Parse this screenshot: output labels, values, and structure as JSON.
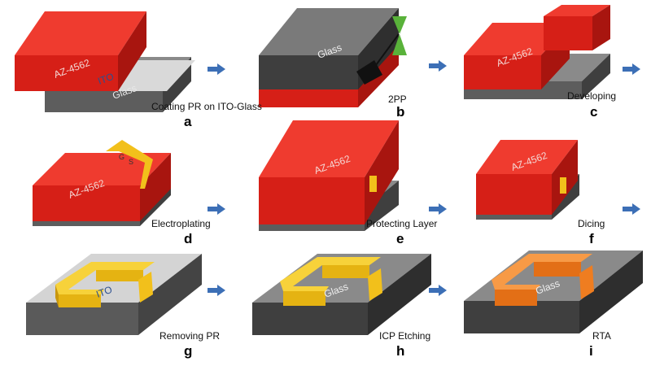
{
  "colors": {
    "photoresist": "#e3231c",
    "glass": "#6d6d6d",
    "ito": "#d9d9d9",
    "gold": "#f2c01b",
    "annealed": "#ef7d20",
    "arrow": "#3c6fb6"
  },
  "panels": [
    {
      "letter": "a",
      "caption": "Coating PR on ITO-Glass",
      "labels": [
        "AZ-4562",
        "ITO",
        "Glass"
      ]
    },
    {
      "letter": "b",
      "caption": "2PP",
      "labels": [
        "Glass"
      ]
    },
    {
      "letter": "c",
      "caption": "Developing",
      "labels": [
        "AZ-4562"
      ]
    },
    {
      "letter": "d",
      "caption": "Electroplating",
      "labels": [
        "AZ-4562",
        "G",
        "S"
      ]
    },
    {
      "letter": "e",
      "caption": "Protecting Layer",
      "labels": [
        "AZ-4562"
      ]
    },
    {
      "letter": "f",
      "caption": "Dicing",
      "labels": [
        "AZ-4562"
      ]
    },
    {
      "letter": "g",
      "caption": "Removing PR",
      "labels": [
        "ITO"
      ]
    },
    {
      "letter": "h",
      "caption": "ICP Etching",
      "labels": [
        "Glass"
      ]
    },
    {
      "letter": "i",
      "caption": "RTA",
      "labels": [
        "Glass"
      ]
    }
  ],
  "arrow_icon": "right-arrow-icon"
}
